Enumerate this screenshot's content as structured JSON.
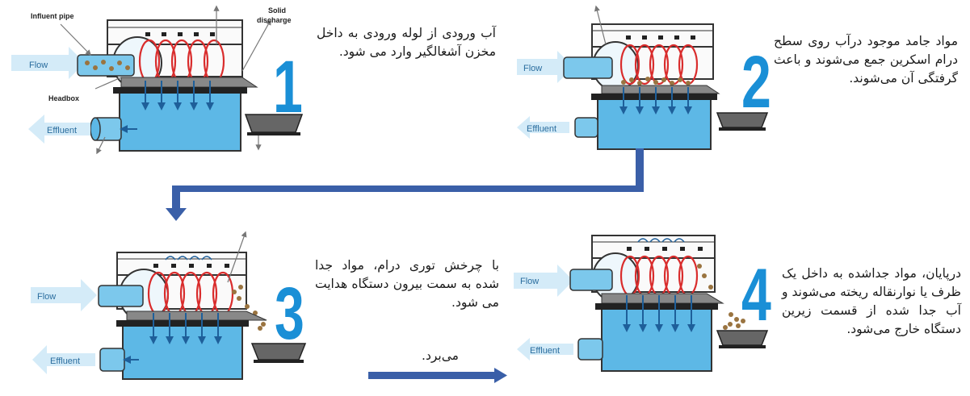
{
  "steps": [
    {
      "number": "1",
      "text": "آب ورودی از لوله ورودی به داخل مخزن آشغالگیر وارد می شود."
    },
    {
      "number": "2",
      "text": "مواد جامد موجود درآب روی سطح درام اسکرین جمع می‌شوند و باعث گرفتگی آن می‌شوند."
    },
    {
      "number": "3",
      "text": "با چرخش توری درام، مواد جدا شده به سمت بیرون دستگاه هدایت می شود."
    },
    {
      "number": "4",
      "text": "درپایان، مواد جداشده به داخل یک ظرف یا نوارنقاله ریخته می‌شوند و آب جدا شده از قسمت زیرین دستگاه خارج می‌شود."
    }
  ],
  "caption_bottom": "می‌برد.",
  "labels": {
    "flow": "Flow",
    "effluent": "Effluent",
    "influent_pipe": "Influent pipe",
    "solid_discharge_1": "Solid",
    "solid_discharge_2": "discharge",
    "headbox": "Headbox"
  },
  "colors": {
    "water": "#5db8e6",
    "water_dark": "#1e6fa8",
    "pipe": "#7cc8ec",
    "flow_arrow": "#d4ebf8",
    "coil": "#d92c2c",
    "particles": "#9a7440",
    "connector": "#3a5fa8",
    "number": "#1a8fd6"
  }
}
